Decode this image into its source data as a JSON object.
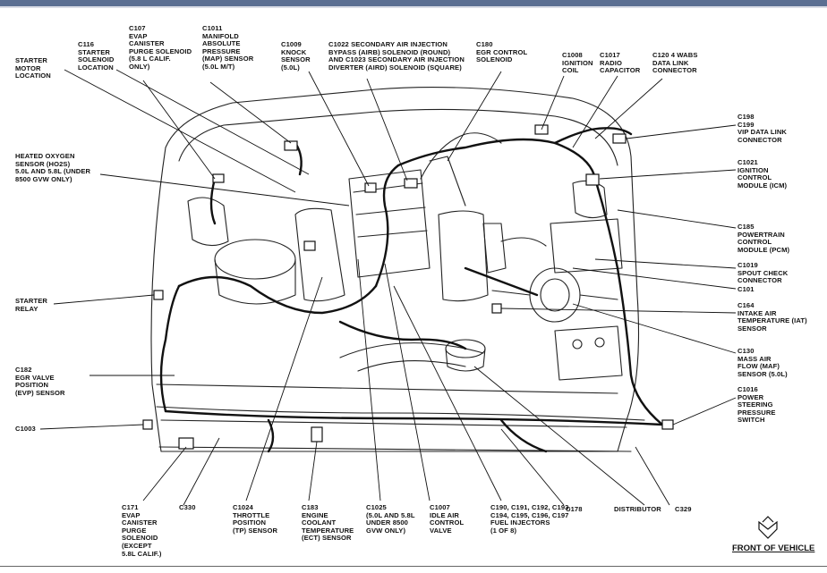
{
  "diagram": {
    "front_label": "FRONT OF VEHICLE",
    "labels": {
      "c116": "C116\nSTARTER\nSOLENOID\nLOCATION",
      "c107": "C107\nEVAP\nCANISTER\nPURGE SOLENOID\n(5.8 L CALIF.\nONLY)",
      "c1011": "C1011\nMANIFOLD\nABSOLUTE\nPRESSURE\n(MAP) SENSOR\n(5.0L M/T)",
      "c1009": "C1009\nKNOCK\nSENSOR\n(5.0L)",
      "c1022": "C1022 SECONDARY AIR INJECTION\nBYPASS (AIRB) SOLENOID (ROUND)\nAND C1023 SECONDARY AIR INJECTION\nDIVERTER (AIRD) SOLENOID (SQUARE)",
      "c180": "C180\nEGR CONTROL\nSOLENOID",
      "c1008": "C1008\nIGNITION\nCOIL",
      "c1017": "C1017\nRADIO\nCAPACITOR",
      "c120": "C120 4 WABS\nDATA LINK\nCONNECTOR",
      "starter_motor": "STARTER\nMOTOR\nLOCATION",
      "ho2s": "HEATED OXYGEN\nSENSOR (HO2S)\n5.0L AND 5.8L (UNDER\n8500 GVW ONLY)",
      "c198": "C198\nC199\nVIP DATA LINK\nCONNECTOR",
      "c1021": "C1021\nIGNITION\nCONTROL\nMODULE (ICM)",
      "c185": "C185\nPOWERTRAIN\nCONTROL\nMODULE (PCM)",
      "c1019": "C1019\nSPOUT CHECK\nCONNECTOR",
      "c101": "C101",
      "starter_relay": "STARTER\nRELAY",
      "c164": "C164\nINTAKE AIR\nTEMPERATURE (IAT)\nSENSOR",
      "c130": "C130\nMASS AIR\nFLOW (MAF)\nSENSOR (5.0L)",
      "c182": "C182\nEGR VALVE\nPOSITION\n(EVP) SENSOR",
      "c1016": "C1016\nPOWER\nSTEERING\nPRESSURE\nSWITCH",
      "c1003": "C1003",
      "c171": "C171\nEVAP\nCANISTER\nPURGE\nSOLENOID\n(EXCEPT\n5.8L CALIF.)",
      "c330": "C330",
      "c1024": "C1024\nTHROTTLE\nPOSITION\n(TP) SENSOR",
      "c183": "C183\nENGINE\nCOOLANT\nTEMPERATURE\n(ECT) SENSOR",
      "c1025": "C1025\n(5.0L AND 5.8L\nUNDER 8500\nGVW ONLY)",
      "c1007": "C1007\nIDLE AIR\nCONTROL\nVALVE",
      "c190": "C190, C191, C192, C193,\nC194, C195, C196, C197\nFUEL INJECTORS\n(1 OF 8)",
      "c178": "C178",
      "distributor": "DISTRIBUTOR",
      "c329": "C329"
    }
  }
}
